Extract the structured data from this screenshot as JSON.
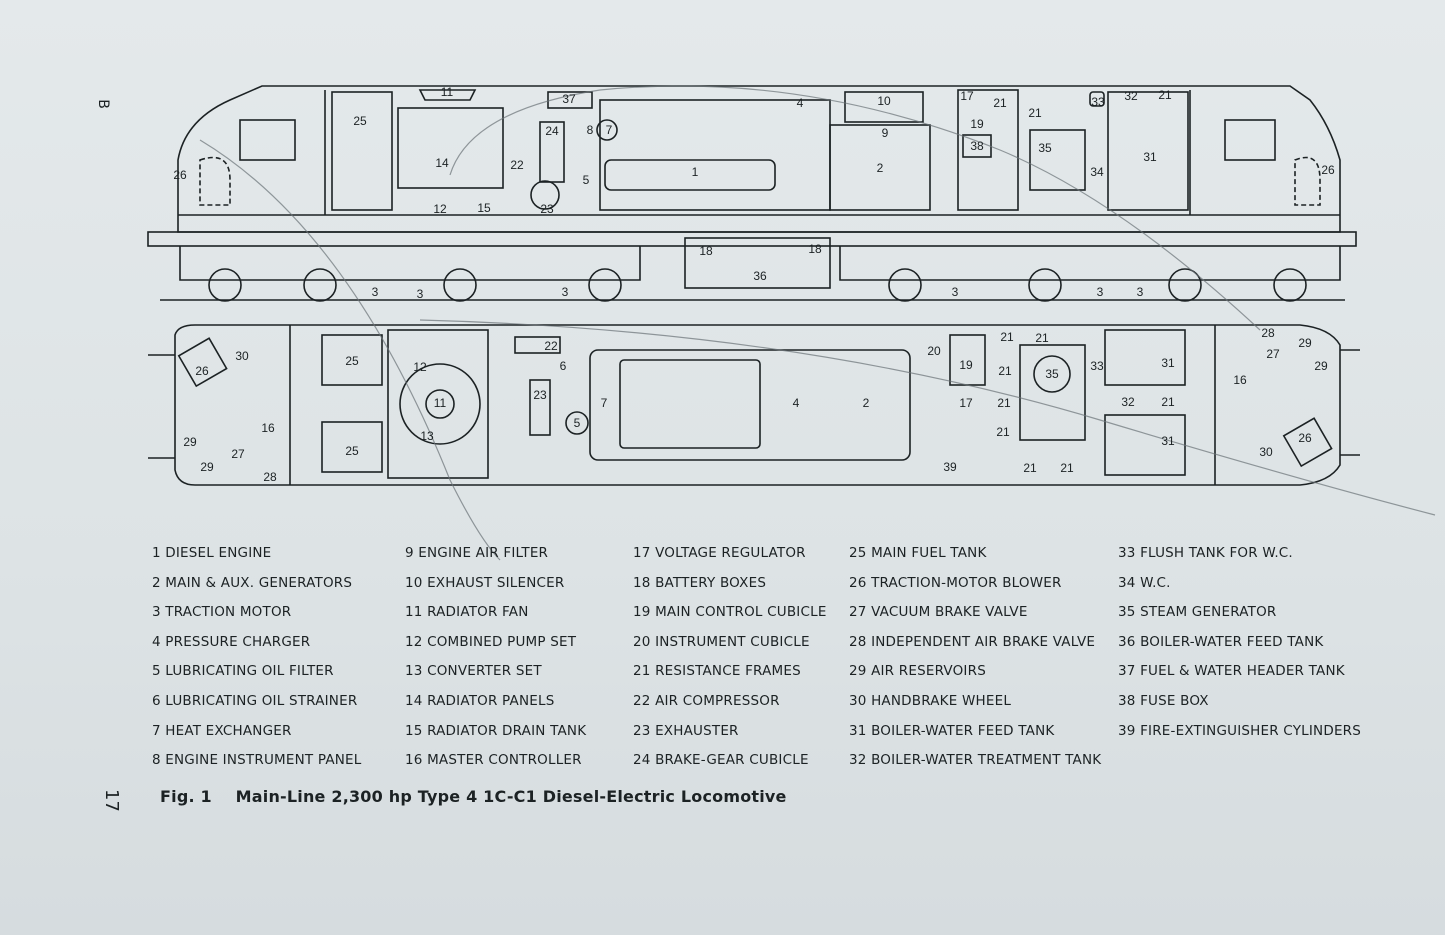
{
  "page_marker": "B",
  "page_number": "17",
  "figure": {
    "label": "Fig. 1",
    "title": "Main-Line 2,300 hp Type 4 1C-C1 Diesel-Electric Locomotive"
  },
  "side_view_callouts": [
    "11",
    "37",
    "4",
    "10",
    "17",
    "21",
    "21",
    "33",
    "32",
    "21",
    "25",
    "24",
    "8",
    "7",
    "9",
    "19",
    "38",
    "35",
    "31",
    "14",
    "22",
    "5",
    "1",
    "2",
    "34",
    "26",
    "26",
    "12",
    "15",
    "23",
    "18",
    "18",
    "36",
    "3",
    "3",
    "3",
    "3",
    "3",
    "3"
  ],
  "plan_view_callouts": [
    "30",
    "25",
    "12",
    "22",
    "6",
    "20",
    "21",
    "21",
    "19",
    "21",
    "35",
    "33",
    "31",
    "28",
    "27",
    "29",
    "29",
    "16",
    "26",
    "11",
    "23",
    "7",
    "5",
    "4",
    "2",
    "17",
    "21",
    "32",
    "21",
    "16",
    "13",
    "25",
    "29",
    "29",
    "27",
    "28",
    "31",
    "26",
    "30",
    "21",
    "21",
    "21",
    "39"
  ],
  "legend": {
    "columns": [
      [
        "1 DIESEL ENGINE",
        "2 MAIN & AUX. GENERATORS",
        "3 TRACTION MOTOR",
        "4 PRESSURE CHARGER",
        "5 LUBRICATING OIL FILTER",
        "6 LUBRICATING OIL STRAINER",
        "7 HEAT EXCHANGER",
        "8 ENGINE INSTRUMENT PANEL"
      ],
      [
        "9 ENGINE AIR FILTER",
        "10 EXHAUST SILENCER",
        "11 RADIATOR FAN",
        "12 COMBINED PUMP SET",
        "13 CONVERTER SET",
        "14 RADIATOR PANELS",
        "15 RADIATOR DRAIN TANK",
        "16 MASTER CONTROLLER"
      ],
      [
        "17 VOLTAGE REGULATOR",
        "18 BATTERY BOXES",
        "19 MAIN CONTROL CUBICLE",
        "20 INSTRUMENT CUBICLE",
        "21 RESISTANCE FRAMES",
        "22 AIR COMPRESSOR",
        "23 EXHAUSTER",
        "24 BRAKE-GEAR CUBICLE"
      ],
      [
        "25 MAIN FUEL TANK",
        "26 TRACTION-MOTOR BLOWER",
        "27 VACUUM BRAKE VALVE",
        "28 INDEPENDENT AIR BRAKE VALVE",
        "29 AIR RESERVOIRS",
        "30 HANDBRAKE WHEEL",
        "31 BOILER-WATER FEED TANK",
        "32 BOILER-WATER TREATMENT TANK"
      ],
      [
        "33 FLUSH TANK FOR W.C.",
        "34 W.C.",
        "35 STEAM GENERATOR",
        "36 BOILER-WATER FEED TANK",
        "37 FUEL & WATER HEADER TANK",
        "38 FUSE BOX",
        "39 FIRE-EXTINGUISHER CYLINDERS"
      ]
    ]
  },
  "colors": {
    "paper": "#dfe5e7",
    "ink": "#1c2224",
    "pencil": "#6b7378"
  }
}
